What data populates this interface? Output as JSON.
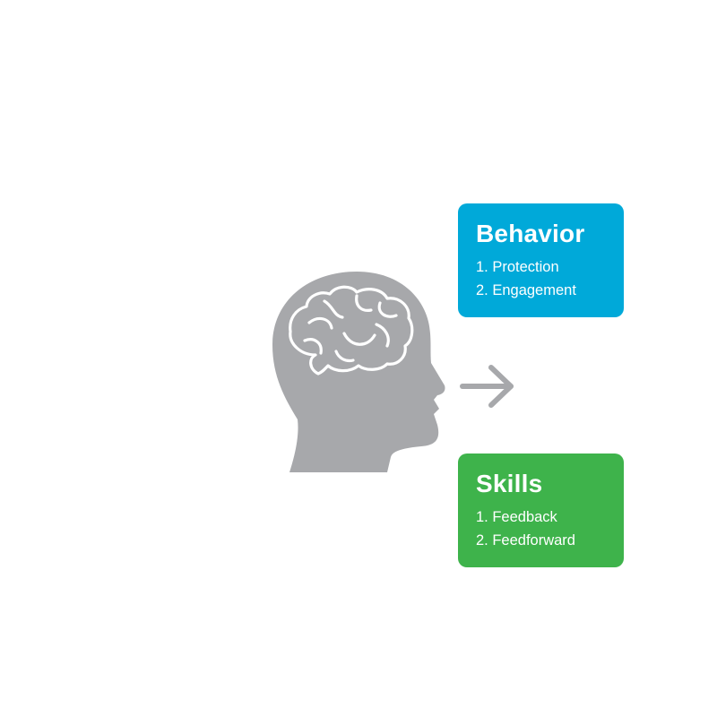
{
  "colors": {
    "head": "#a7a8ab",
    "brain_stroke": "#ffffff",
    "arrow": "#a7a8ab",
    "behavior_card": "#00a9d9",
    "skills_card": "#3eb34b",
    "text_on_card": "#ffffff"
  },
  "icons": {
    "head": "head-with-brain-icon",
    "arrow": "arrow-right-icon"
  },
  "behavior": {
    "title": "Behavior",
    "items": [
      "1. Protection",
      "2. Engagement"
    ]
  },
  "skills": {
    "title": "Skills",
    "items": [
      "1. Feedback",
      "2. Feedforward"
    ]
  }
}
